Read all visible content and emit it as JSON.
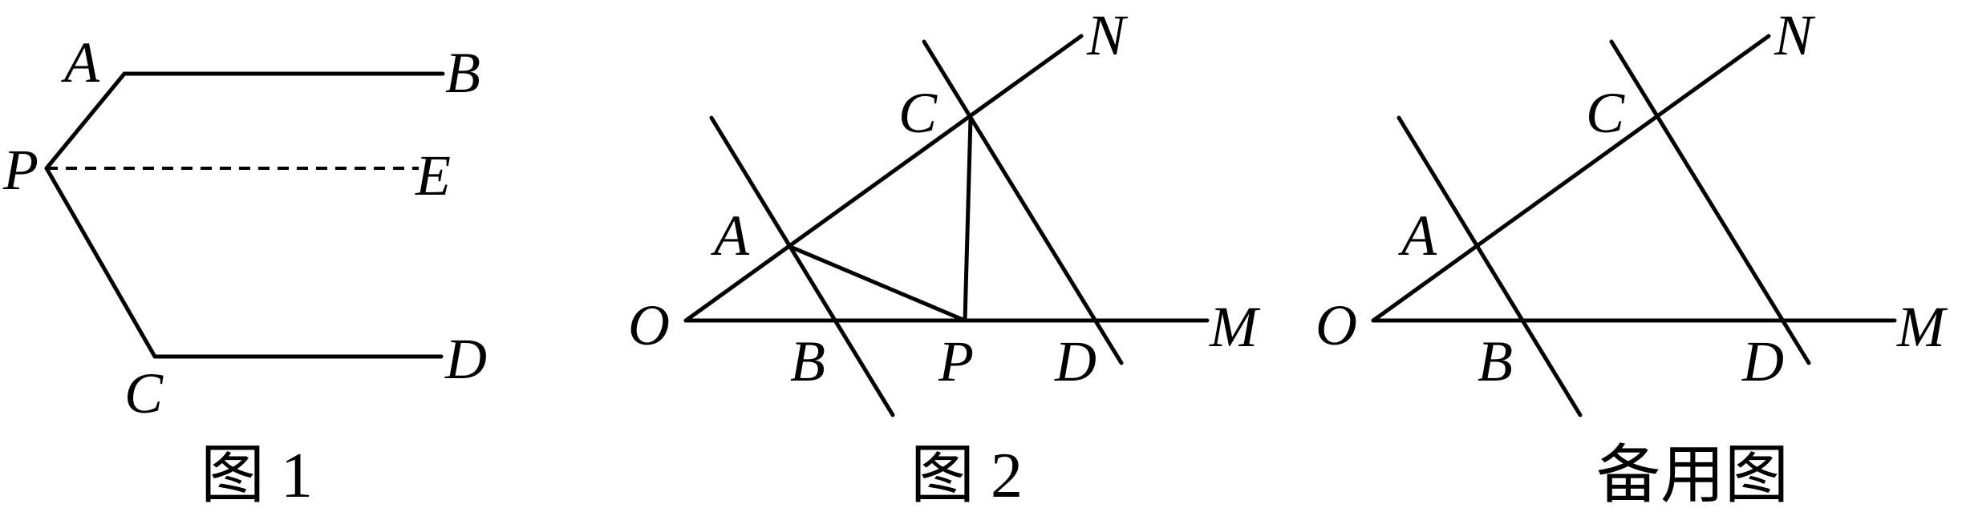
{
  "figures": [
    {
      "caption": "图 1",
      "labels": {
        "A": "A",
        "B": "B",
        "P": "P",
        "E": "E",
        "C": "C",
        "D": "D"
      }
    },
    {
      "caption": "图 2",
      "labels": {
        "N": "N",
        "C": "C",
        "A": "A",
        "O": "O",
        "B": "B",
        "P": "P",
        "D": "D",
        "M": "M"
      }
    },
    {
      "caption": "备用图",
      "labels": {
        "N": "N",
        "C": "C",
        "A": "A",
        "O": "O",
        "B": "B",
        "D": "D",
        "M": "M"
      }
    }
  ]
}
